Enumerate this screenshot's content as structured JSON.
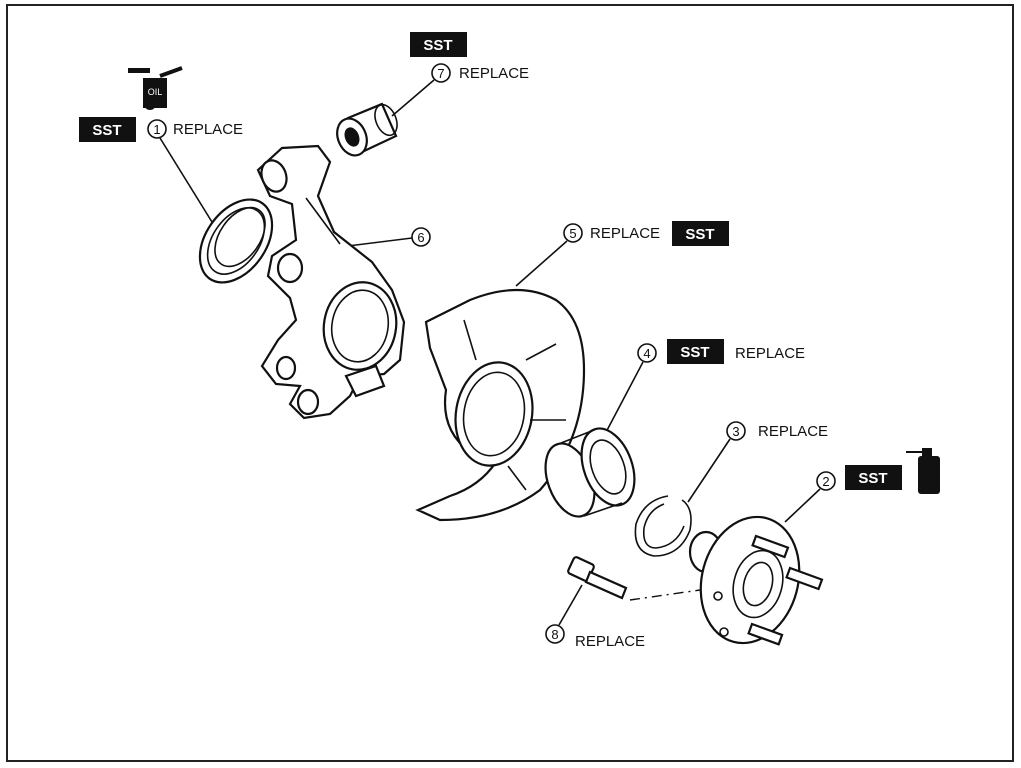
{
  "labels": {
    "p1": {
      "num": "1",
      "text": "REPLACE"
    },
    "p2": {
      "num": "2"
    },
    "p3": {
      "num": "3",
      "text": "REPLACE"
    },
    "p4": {
      "num": "4",
      "text": "REPLACE"
    },
    "p5": {
      "num": "5",
      "text": "REPLACE"
    },
    "p6": {
      "num": "6"
    },
    "p7": {
      "num": "7",
      "text": "REPLACE"
    },
    "p8": {
      "num": "8",
      "text": "REPLACE"
    }
  },
  "tags": {
    "sst": "SST",
    "oil": "OIL"
  }
}
